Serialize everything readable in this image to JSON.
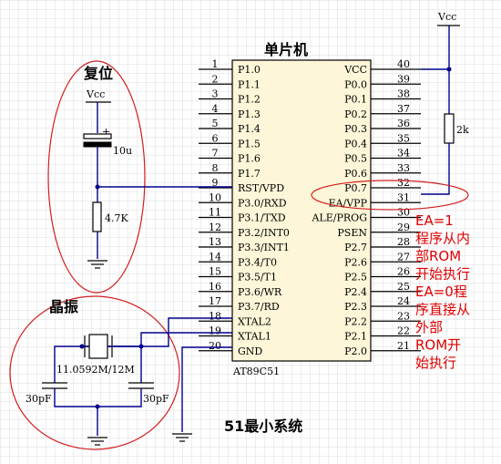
{
  "chip": {
    "title": "单片机",
    "part": "AT89C51",
    "left_pins": [
      {
        "num": "1",
        "name": "P1.0"
      },
      {
        "num": "2",
        "name": "P1.1"
      },
      {
        "num": "3",
        "name": "P1.2"
      },
      {
        "num": "4",
        "name": "P1.3"
      },
      {
        "num": "5",
        "name": "P1.4"
      },
      {
        "num": "6",
        "name": "P1.5"
      },
      {
        "num": "7",
        "name": "P1.6"
      },
      {
        "num": "8",
        "name": "P1.7"
      },
      {
        "num": "9",
        "name": "RST/VPD"
      },
      {
        "num": "10",
        "name": "P3.0/RXD"
      },
      {
        "num": "11",
        "name": "P3.1/TXD"
      },
      {
        "num": "12",
        "name": "P3.2/INT0"
      },
      {
        "num": "13",
        "name": "P3.3/INT1"
      },
      {
        "num": "14",
        "name": "P3.4/T0"
      },
      {
        "num": "15",
        "name": "P3.5/T1"
      },
      {
        "num": "16",
        "name": "P3.6/WR"
      },
      {
        "num": "17",
        "name": "P3.7/RD"
      },
      {
        "num": "18",
        "name": "XTAL2"
      },
      {
        "num": "19",
        "name": "XTAL1"
      },
      {
        "num": "20",
        "name": "GND"
      }
    ],
    "right_pins": [
      {
        "num": "40",
        "name": "VCC"
      },
      {
        "num": "39",
        "name": "P0.0"
      },
      {
        "num": "38",
        "name": "P0.1"
      },
      {
        "num": "37",
        "name": "P0.2"
      },
      {
        "num": "36",
        "name": "P0.3"
      },
      {
        "num": "35",
        "name": "P0.4"
      },
      {
        "num": "34",
        "name": "P0.5"
      },
      {
        "num": "33",
        "name": "P0.6"
      },
      {
        "num": "32",
        "name": "P0.7"
      },
      {
        "num": "31",
        "name": "EA/VPP"
      },
      {
        "num": "30",
        "name": "ALE/PROG"
      },
      {
        "num": "29",
        "name": "PSEN"
      },
      {
        "num": "28",
        "name": "P2.7"
      },
      {
        "num": "27",
        "name": "P2.6"
      },
      {
        "num": "26",
        "name": "P2.5"
      },
      {
        "num": "25",
        "name": "P2.4"
      },
      {
        "num": "24",
        "name": "P2.3"
      },
      {
        "num": "23",
        "name": "P2.2"
      },
      {
        "num": "22",
        "name": "P2.1"
      },
      {
        "num": "21",
        "name": "P2.0"
      }
    ]
  },
  "reset": {
    "title": "复位",
    "vcc": "Vcc",
    "cap": "10u",
    "res": "4.7K"
  },
  "crystal": {
    "title": "晶振",
    "freq": "11.0592M/12M",
    "cap_left": "30pF",
    "cap_right": "30pF"
  },
  "pullup": {
    "vcc": "Vcc",
    "res": "2k"
  },
  "note": {
    "lines": [
      "EA=1",
      "程序从内",
      "部ROM",
      "开始执行",
      "EA=0程",
      "序直接从",
      "外部",
      "ROM开",
      "始执行"
    ]
  },
  "caption": "51最小系统"
}
